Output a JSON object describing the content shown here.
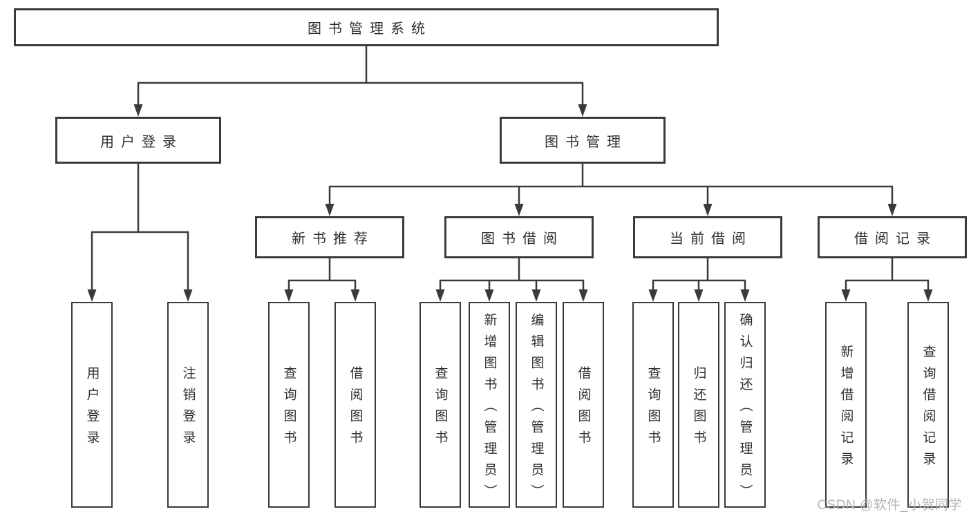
{
  "colors": {
    "line-color": "#3a3a3a",
    "text-color": "#2f2f2f",
    "box-bg": "#ffffff",
    "watermark-color": "#b3b3b3",
    "page-bg": "#ffffff"
  },
  "tree": {
    "root": {
      "label": "图书管理系统"
    },
    "branches": [
      {
        "label": "用户登录",
        "children": [
          {
            "label": "用户登录"
          },
          {
            "label": "注销登录"
          }
        ]
      },
      {
        "label": "图书管理",
        "children": [
          {
            "label": "新书推荐",
            "children": [
              {
                "label": "查询图书"
              },
              {
                "label": "借阅图书"
              }
            ]
          },
          {
            "label": "图书借阅",
            "children": [
              {
                "label": "查询图书"
              },
              {
                "label": "新增图书（管理员）"
              },
              {
                "label": "编辑图书（管理员）"
              },
              {
                "label": "借阅图书"
              }
            ]
          },
          {
            "label": "当前借阅",
            "children": [
              {
                "label": "查询图书"
              },
              {
                "label": "归还图书"
              },
              {
                "label": "确认归还（管理员）"
              }
            ]
          },
          {
            "label": "借阅记录",
            "children": [
              {
                "label": "新增借阅记录"
              },
              {
                "label": "查询借阅记录"
              }
            ]
          }
        ]
      }
    ]
  },
  "watermark": {
    "text": "CSDN @软件_小贺同学"
  }
}
